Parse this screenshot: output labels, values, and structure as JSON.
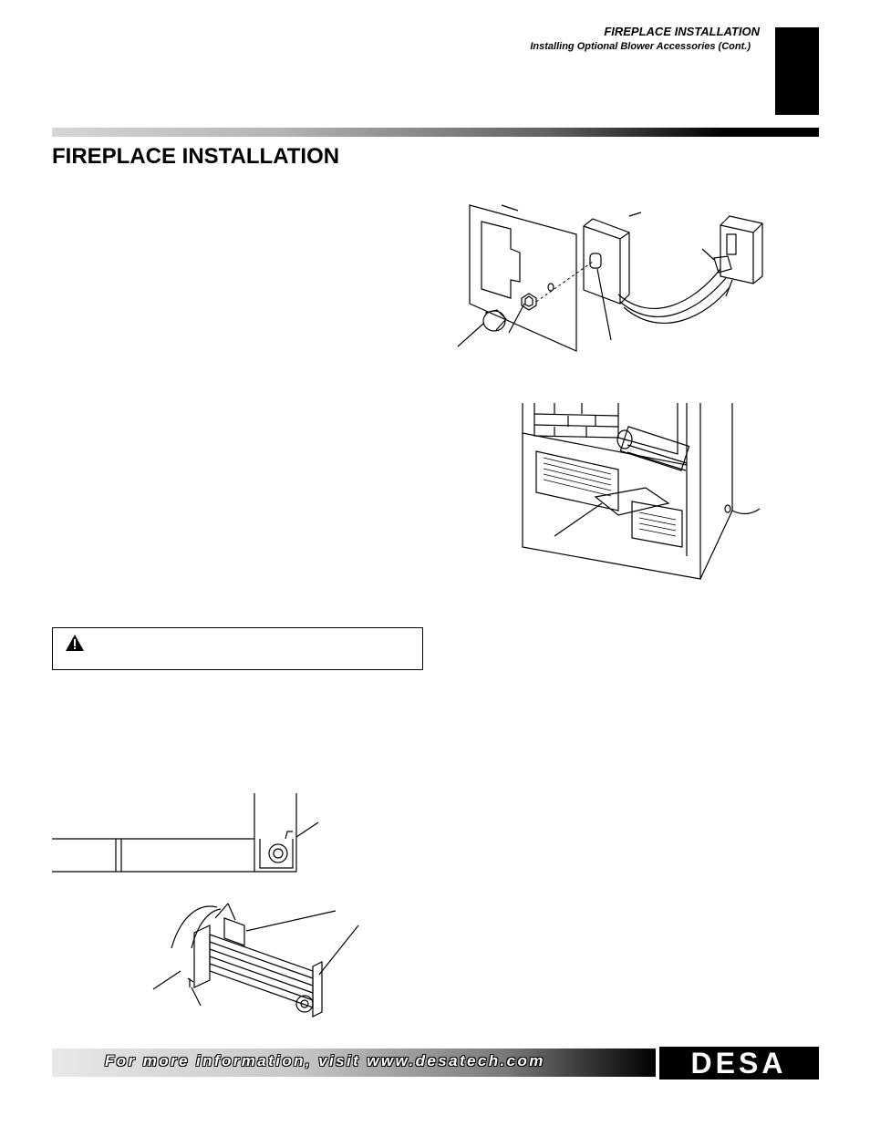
{
  "header": {
    "section_title": "FIREPLACE INSTALLATION",
    "subtitle": "Installing Optional Blower Accessories (Cont.)"
  },
  "page_title": "FIREPLACE INSTALLATION",
  "footer": {
    "text": "For more information, visit www.desatech.com",
    "brand": "DESA"
  },
  "icons": {
    "warning": "warning-triangle-icon",
    "logo": "desa-logo"
  },
  "colors": {
    "ink": "#000000",
    "paper": "#ffffff",
    "footer_fade": "#c8c8c8"
  }
}
